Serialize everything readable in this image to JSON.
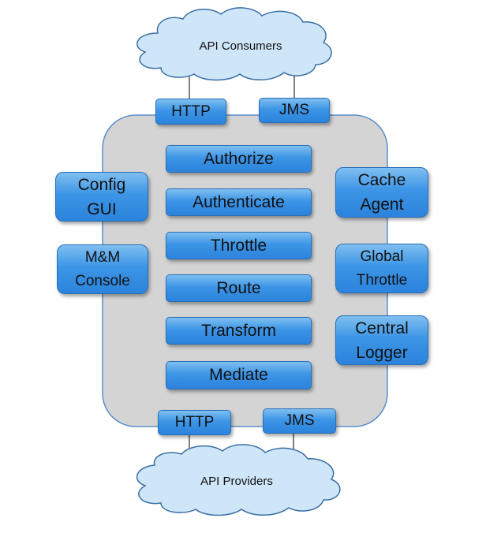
{
  "consumers": {
    "label": "API Consumers"
  },
  "providers": {
    "label": "API Providers"
  },
  "top_ports": [
    "HTTP",
    "JMS"
  ],
  "bottom_ports": [
    "HTTP",
    "JMS"
  ],
  "pipeline": [
    "Authorize",
    "Authenticate",
    "Throttle",
    "Route",
    "Transform",
    "Mediate"
  ],
  "left_components": [
    "Config\nGUI",
    "M&M\nConsole"
  ],
  "right_components": [
    "Cache\nAgent",
    "Global\nThrottle",
    "Central\nLogger"
  ],
  "colors": {
    "box_fill": "#3d95e6",
    "box_border": "#2a6fb8",
    "gateway_fill": "#d4d4d4",
    "gateway_border": "#5b8ec9",
    "cloud_fill": "#cfe6f8",
    "cloud_border": "#3b6fa6"
  }
}
